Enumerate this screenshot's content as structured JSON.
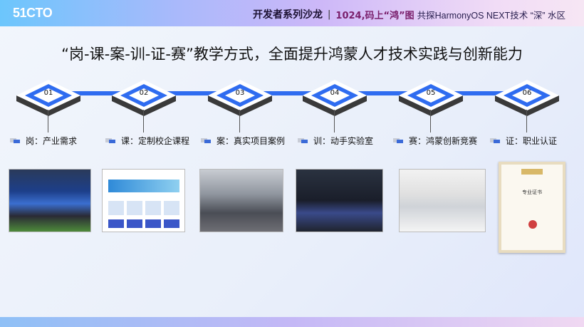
{
  "header": {
    "logo": "51CTO",
    "series": "开发者系列沙龙",
    "divider": "|",
    "event": "1024,码上“鸿”图",
    "subtitle": "共探HarmonyOS NEXT技术 “深” 水区"
  },
  "title": "“岗-课-案-训-证-赛”教学方式，全面提升鸿蒙人才技术实践与创新能力",
  "steps": [
    {
      "num": "01",
      "label": "岗：产业需求"
    },
    {
      "num": "02",
      "label": "课：定制校企课程"
    },
    {
      "num": "03",
      "label": "案：真实项目案例"
    },
    {
      "num": "04",
      "label": "训：动手实验室"
    },
    {
      "num": "05",
      "label": "赛：鸿蒙创新竞赛"
    },
    {
      "num": "06",
      "label": "证：职业认证"
    }
  ],
  "certificate": {
    "title": "专业证书"
  },
  "colors": {
    "accent": "#2f6cf0",
    "diamond_shadow": "#3a3a3a"
  }
}
